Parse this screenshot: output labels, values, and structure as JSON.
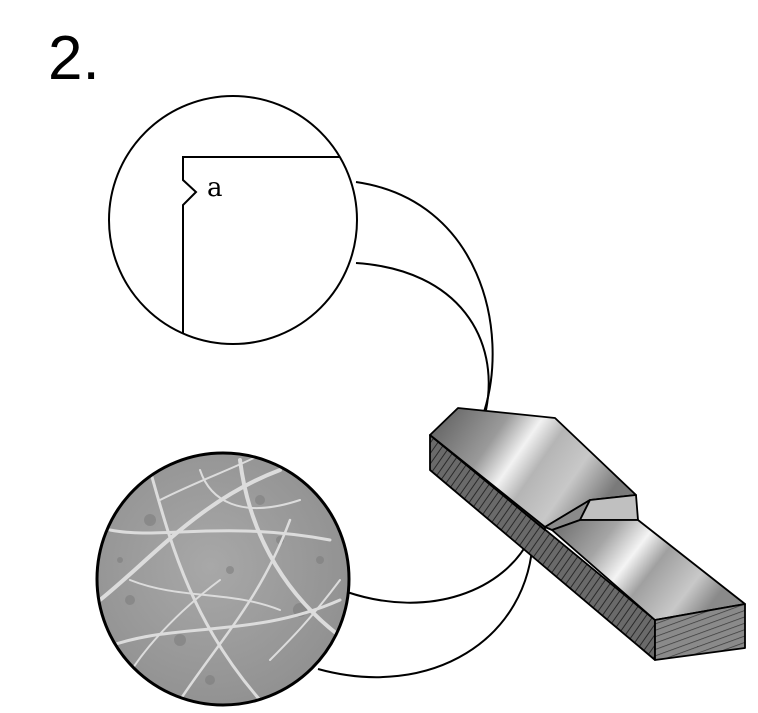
{
  "figure_number": "2.",
  "detail_label": "a",
  "colors": {
    "line": "#000000",
    "background": "#ffffff",
    "texture_base": "#9a9a9a",
    "vein": "#d8d8d8",
    "metal_dark": "#3a3a3a",
    "metal_light": "#f0f0f0"
  },
  "icons": [
    "magnified-notch-detail",
    "magnified-texture-detail",
    "notched-bar-specimen"
  ]
}
